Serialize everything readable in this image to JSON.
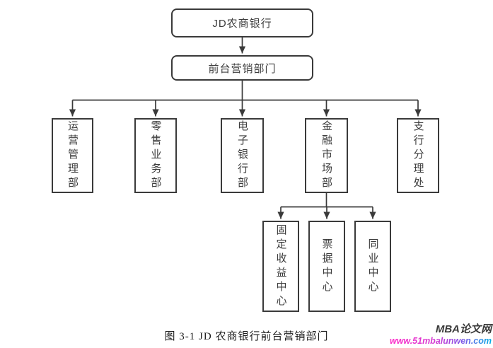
{
  "figure": {
    "root": {
      "label": "JD农商银行"
    },
    "level2": {
      "label": "前台营销部门"
    },
    "departments": [
      {
        "label": "运营管理部"
      },
      {
        "label": "零售业务部"
      },
      {
        "label": "电子银行部"
      },
      {
        "label": "金融市场部"
      },
      {
        "label": "支行分理处"
      }
    ],
    "sub_centers": [
      {
        "label": "固定收益中心"
      },
      {
        "label": "票据中心"
      },
      {
        "label": "同业中心"
      }
    ],
    "line_color": "#3a3a3a"
  },
  "caption": "图 3-1 JD 农商银行前台营销部门",
  "watermark": {
    "site_name": "MBA论文网",
    "url": "www.51mbalunwen.com",
    "site_name_color": "#3a3a3a",
    "url_gradient_start": "#ff2bc8",
    "url_gradient_end": "#00aee6"
  }
}
